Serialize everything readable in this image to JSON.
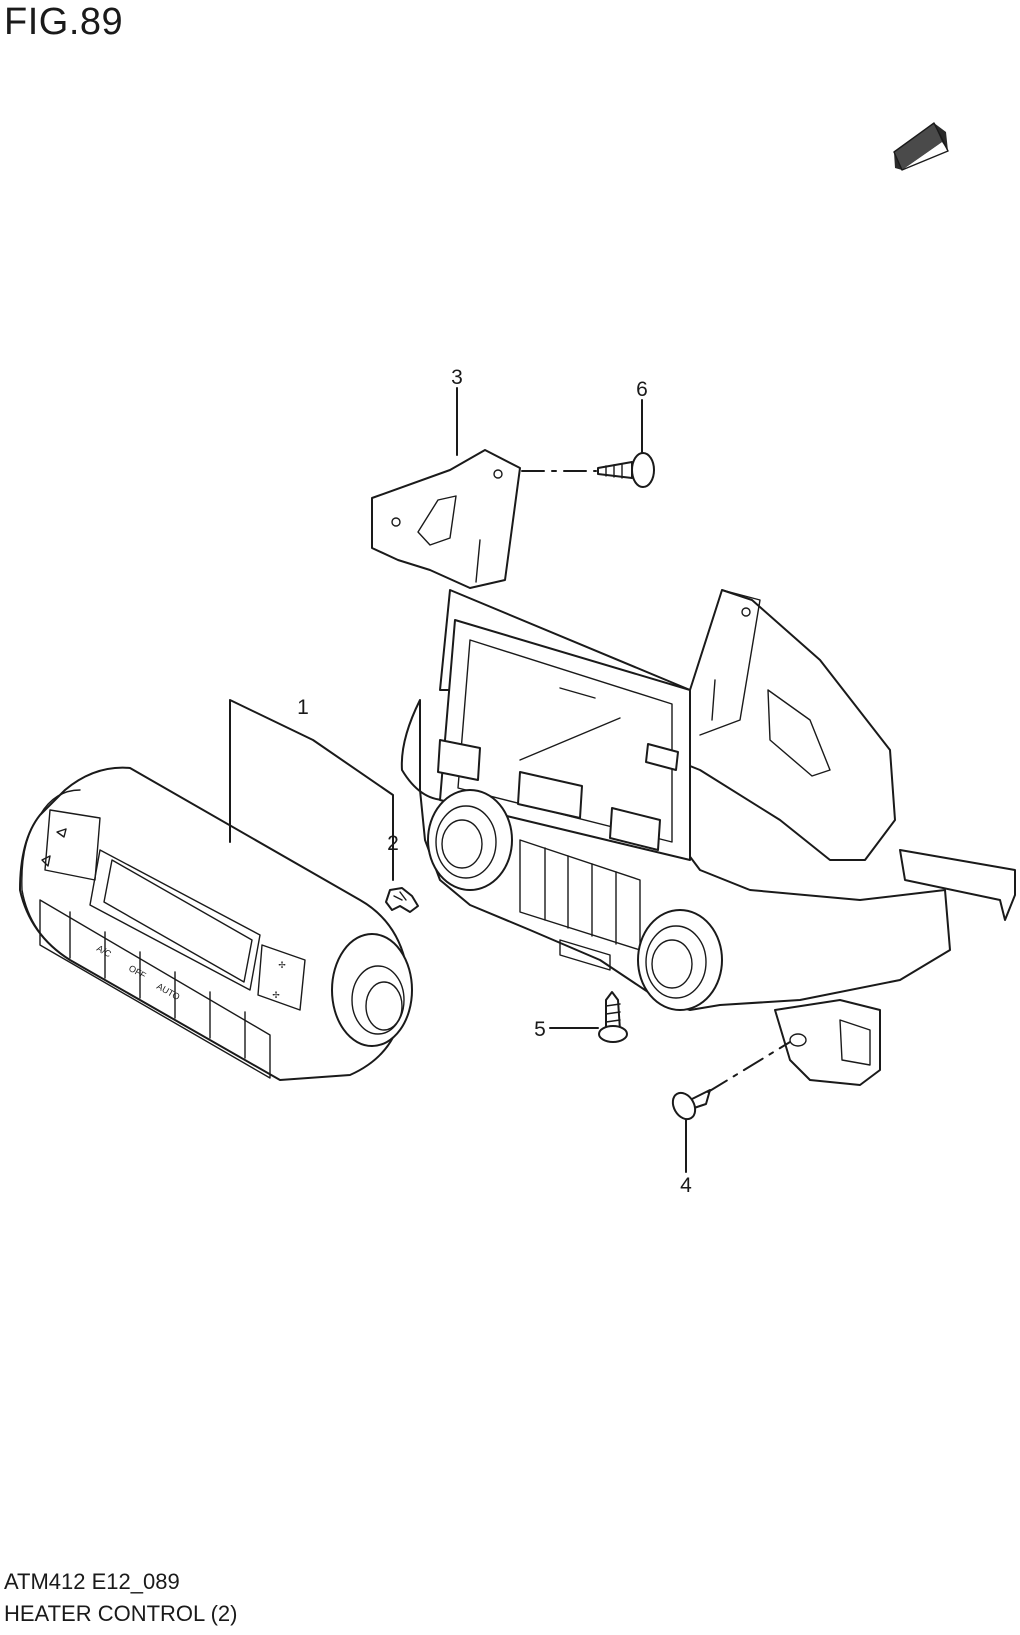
{
  "figure": {
    "title": "FIG.89",
    "code": "ATM412 E12_089",
    "name": "HEATER CONTROL (2)"
  },
  "callouts": [
    "1",
    "2",
    "3",
    "4",
    "5",
    "6"
  ],
  "panel_buttons": [
    "A/C",
    "OFF",
    "AUTO"
  ],
  "icons": [
    "front-arrow-icon"
  ]
}
